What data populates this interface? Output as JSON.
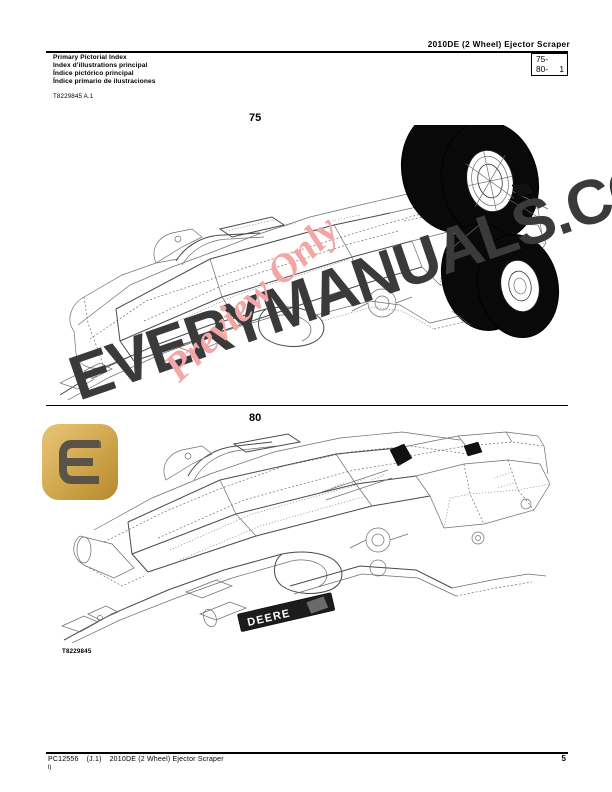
{
  "header": {
    "machine_title": "2010DE (2 Wheel) Ejector Scraper",
    "index_box": {
      "row1_label": "75-",
      "row1_value": "",
      "row2_label": "80-",
      "row2_value": "1"
    }
  },
  "section": {
    "title_en": "Primary Pictorial Index",
    "title_fr": "Index d'illustrations principal",
    "title_pt": "Índice pictórico principal",
    "title_es": "Índice primario de ilustraciones",
    "figure_code_top": "T8229845 A.1",
    "figure_code_bottom": "T8229845"
  },
  "figures": [
    {
      "number": "75",
      "caption_code": "T8229845 A.1",
      "description": "Ejector scraper chassis, isometric line drawing with two black tires"
    },
    {
      "number": "80",
      "caption_code": "T8229845",
      "description": "Ejector scraper chassis, isometric line drawing with DEERE nameplate",
      "nameplate": "DEERE"
    }
  ],
  "footer": {
    "part_number": "PC12556",
    "revision": "(J.1)",
    "machine_title": "2010DE (2 Wheel) Ejector Scraper",
    "sub_mark": "l)",
    "page_number": "5"
  },
  "watermark": {
    "main_text": "EVERYMANUALS.COM",
    "preview_text": "Preview Only",
    "logo_letter": "E",
    "main_color": "#3a3a3a",
    "preview_color": "#f2a6a6",
    "logo_color": "#d9b25c"
  }
}
